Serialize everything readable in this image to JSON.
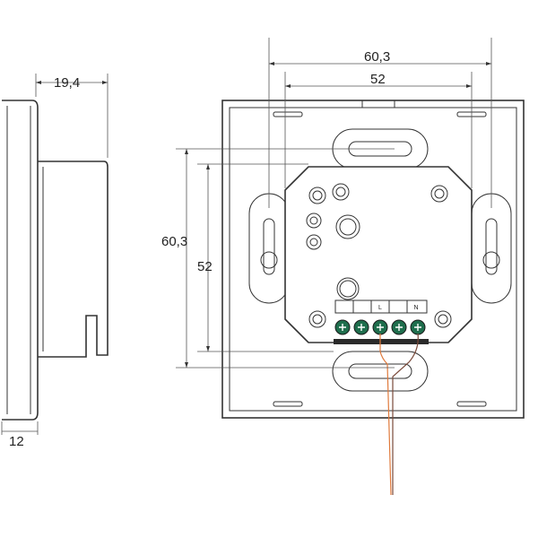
{
  "dimensions": {
    "side_depth": "19,4",
    "side_plate": "12",
    "top_outer": "60,3",
    "top_inner": "52",
    "left_outer": "60,3",
    "left_inner": "52"
  },
  "terminals": {
    "labels": [
      "",
      "",
      "L",
      "",
      "N"
    ]
  },
  "colors": {
    "line": "#333333",
    "terminal_green": "#1f6e4d",
    "wire_orange": "#e07a3c",
    "wire_brown": "#7a4a3a"
  }
}
